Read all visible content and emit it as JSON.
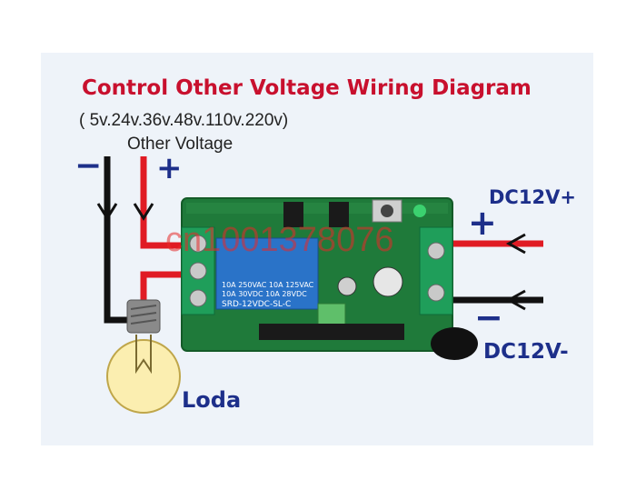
{
  "title": "Control Other Voltage Wiring Diagram",
  "subtitle": "( 5v.24v.36v.48v.110v.220v)",
  "other_voltage_label": "Other Voltage",
  "polarity": {
    "minus": "−",
    "plus": "+"
  },
  "dc_positive_label": "DC12V+",
  "dc_negative_label": "DC12V-",
  "load_label": "Loda",
  "watermark": "cn1001378076",
  "relay_text": {
    "brand": "SRD-12VDC-SL-C",
    "ratings": [
      "10A 250VAC  10A 125VAC",
      "10A  30VDC  10A  28VDC"
    ]
  },
  "colors": {
    "title": "#c8102e",
    "labels": "#1d2f8a",
    "wire_red": "#e01b24",
    "wire_black": "#111111",
    "pcb": "#1f7a3a",
    "relay": "#2a73c8"
  }
}
